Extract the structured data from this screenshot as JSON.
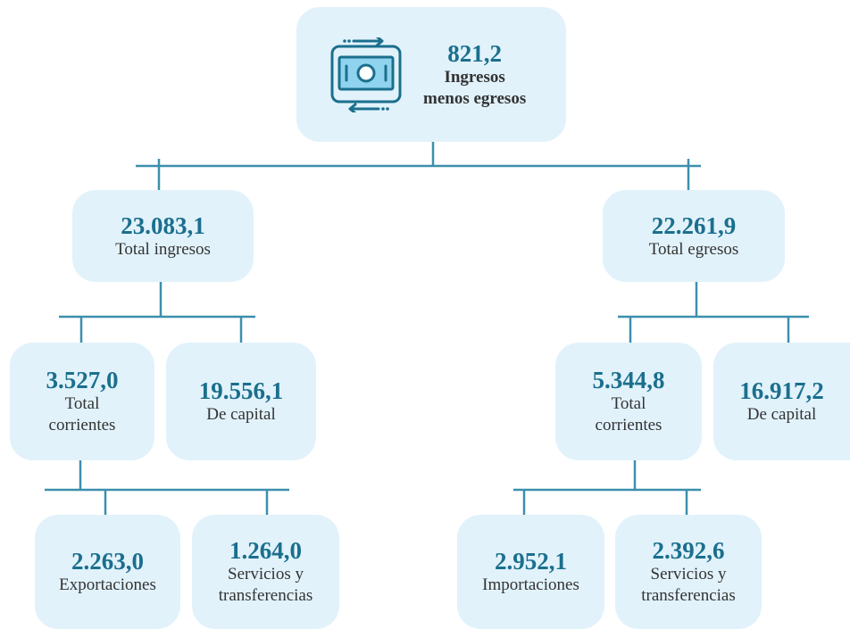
{
  "colors": {
    "box_fill": "#e1f2fb",
    "value_text": "#1b6f8d",
    "connector": "#3c8fad"
  },
  "root": {
    "value": "821,2",
    "label_line1": "Ingresos",
    "label_line2": "menos egresos",
    "icon": "money-exchange-icon"
  },
  "ingresos": {
    "total": {
      "value": "23.083,1",
      "label": "Total ingresos"
    },
    "corrientes": {
      "value": "3.527,0",
      "label_line1": "Total",
      "label_line2": "corrientes"
    },
    "capital": {
      "value": "19.556,1",
      "label": "De capital"
    },
    "exportaciones": {
      "value": "2.263,0",
      "label": "Exportaciones"
    },
    "servicios": {
      "value": "1.264,0",
      "label_line1": "Servicios y",
      "label_line2": "transferencias"
    }
  },
  "egresos": {
    "total": {
      "value": "22.261,9",
      "label": "Total egresos"
    },
    "corrientes": {
      "value": "5.344,8",
      "label_line1": "Total",
      "label_line2": "corrientes"
    },
    "capital": {
      "value": "16.917,2",
      "label": "De capital"
    },
    "importaciones": {
      "value": "2.952,1",
      "label": "Importaciones"
    },
    "servicios": {
      "value": "2.392,6",
      "label_line1": "Servicios y",
      "label_line2": "transferencias"
    }
  }
}
